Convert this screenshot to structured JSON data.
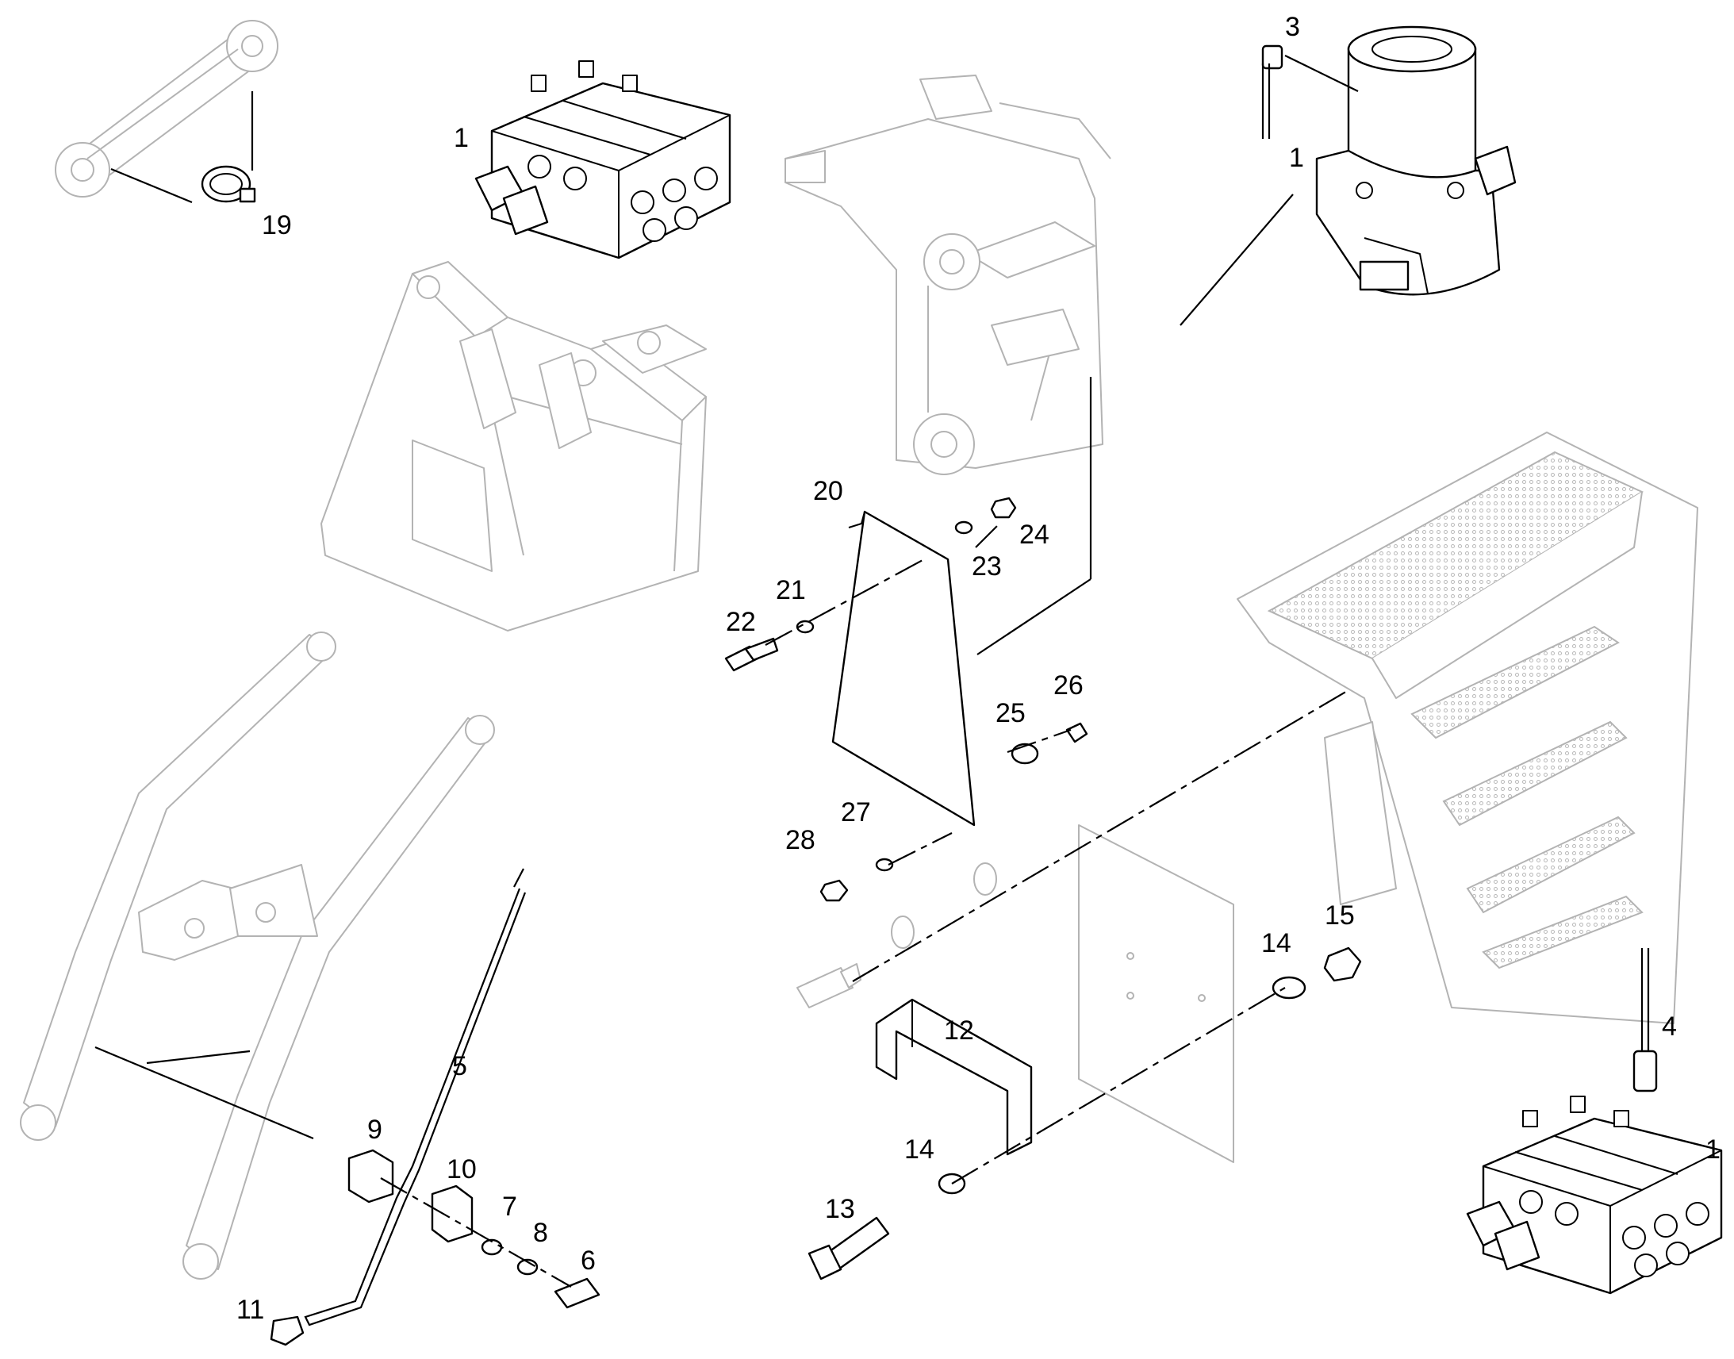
{
  "callouts": [
    {
      "id": "c19",
      "text": "19"
    },
    {
      "id": "c1a",
      "text": "1"
    },
    {
      "id": "c3",
      "text": "3"
    },
    {
      "id": "c1b",
      "text": "1"
    },
    {
      "id": "c20",
      "text": "20"
    },
    {
      "id": "c24",
      "text": "24"
    },
    {
      "id": "c23",
      "text": "23"
    },
    {
      "id": "c21",
      "text": "21"
    },
    {
      "id": "c22",
      "text": "22"
    },
    {
      "id": "c26",
      "text": "26"
    },
    {
      "id": "c25",
      "text": "25"
    },
    {
      "id": "c27",
      "text": "27"
    },
    {
      "id": "c28",
      "text": "28"
    },
    {
      "id": "c15",
      "text": "15"
    },
    {
      "id": "c14a",
      "text": "14"
    },
    {
      "id": "c12",
      "text": "12"
    },
    {
      "id": "c4",
      "text": "4"
    },
    {
      "id": "c5",
      "text": "5"
    },
    {
      "id": "c9",
      "text": "9"
    },
    {
      "id": "c10",
      "text": "10"
    },
    {
      "id": "c7",
      "text": "7"
    },
    {
      "id": "c8",
      "text": "8"
    },
    {
      "id": "c6",
      "text": "6"
    },
    {
      "id": "c11",
      "text": "11"
    },
    {
      "id": "c14b",
      "text": "14"
    },
    {
      "id": "c13",
      "text": "13"
    },
    {
      "id": "c1c",
      "text": "1"
    }
  ]
}
